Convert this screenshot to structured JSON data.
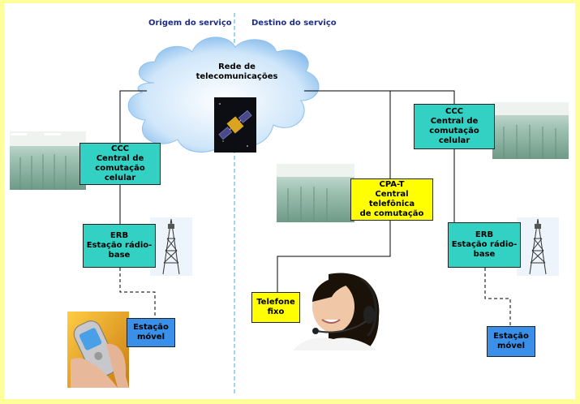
{
  "headers": {
    "origin": "Origem do serviço",
    "destination": "Destino do serviço"
  },
  "cloud": {
    "title_line1": "Rede de",
    "title_line2": "telecomunicações",
    "icon": "satellite-icon"
  },
  "left": {
    "ccc": {
      "line1": "CCC",
      "line2": "Central de",
      "line3": "comutação celular"
    },
    "erb": {
      "line1": "ERB",
      "line2": "Estação rádio-",
      "line3": "base"
    },
    "station": {
      "line1": "Estação",
      "line2": "móvel"
    }
  },
  "middle": {
    "cpat": {
      "line1": "CPA-T",
      "line2": "Central telefônica",
      "line3": "de comutação"
    },
    "phone": {
      "line1": "Telefone",
      "line2": "fixo"
    }
  },
  "right": {
    "ccc": {
      "line1": "CCC",
      "line2": "Central de",
      "line3": "comutação celular"
    },
    "erb": {
      "line1": "ERB",
      "line2": "Estação rádio-",
      "line3": "base"
    },
    "station": {
      "line1": "Estação",
      "line2": "móvel"
    }
  },
  "colors": {
    "page_border": "#ffff99",
    "teal_box": "#33d1c4",
    "yellow_box": "#ffff00",
    "blue_box": "#3a8fe8",
    "divider": "#5fbfd6",
    "header_text": "#1c2e8a"
  }
}
